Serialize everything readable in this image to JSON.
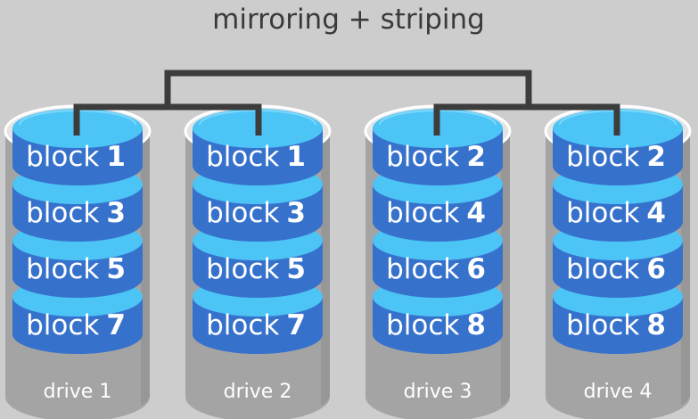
{
  "title": "mirroring + striping",
  "block_word": "block",
  "drives": [
    {
      "label": "drive 1",
      "blocks": [
        "1",
        "3",
        "5",
        "7"
      ]
    },
    {
      "label": "drive 2",
      "blocks": [
        "1",
        "3",
        "5",
        "7"
      ]
    },
    {
      "label": "drive 3",
      "blocks": [
        "2",
        "4",
        "6",
        "8"
      ]
    },
    {
      "label": "drive 4",
      "blocks": [
        "2",
        "4",
        "6",
        "8"
      ]
    }
  ],
  "colors": {
    "background": "#cdcdcd",
    "cylinder_body": "#a4a4a4",
    "cylinder_side": "#8c8c8c",
    "cylinder_top": "#e4e4e4",
    "cylinder_rim": "#ffffff",
    "platter_front": "#3672cc",
    "platter_top": "#4cc4f6",
    "platter_highlight": "#8bdcfb",
    "connector": "#3c3c3c",
    "title_text": "#3a3a3a"
  }
}
